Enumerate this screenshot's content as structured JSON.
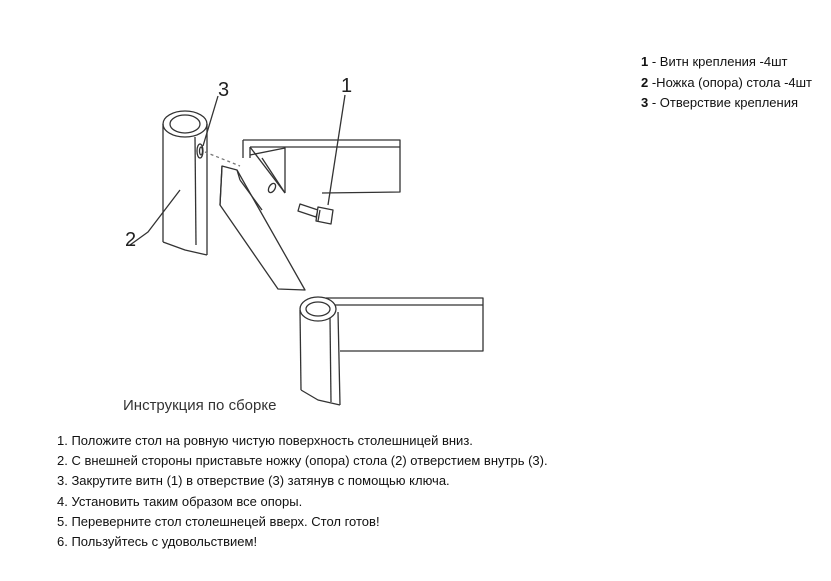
{
  "legend": [
    {
      "num": "1",
      "text": " - Витн крепления -4шт"
    },
    {
      "num": "2",
      "text": " -Ножка (опора) стола -4шт"
    },
    {
      "num": "3",
      "text": " - Отверствие крепления"
    }
  ],
  "callouts": {
    "bolt": "1",
    "leg": "2",
    "hole": "3"
  },
  "caption": "Инструкция по сборке",
  "steps": [
    "1. Положите стол на ровную чистую поверхность столешницей вниз.",
    "2. С внешней стороны приставьте ножку (опора) стола (2) отверстием внутрь (3).",
    "3. Закрутите витн (1) в отверствие (3) затянув с помощью ключа.",
    "4. Установить таким образом все опоры.",
    "5. Переверните стол столешнецей вверх. Стол готов!",
    "6. Пользуйтесь с удовольствием!"
  ]
}
